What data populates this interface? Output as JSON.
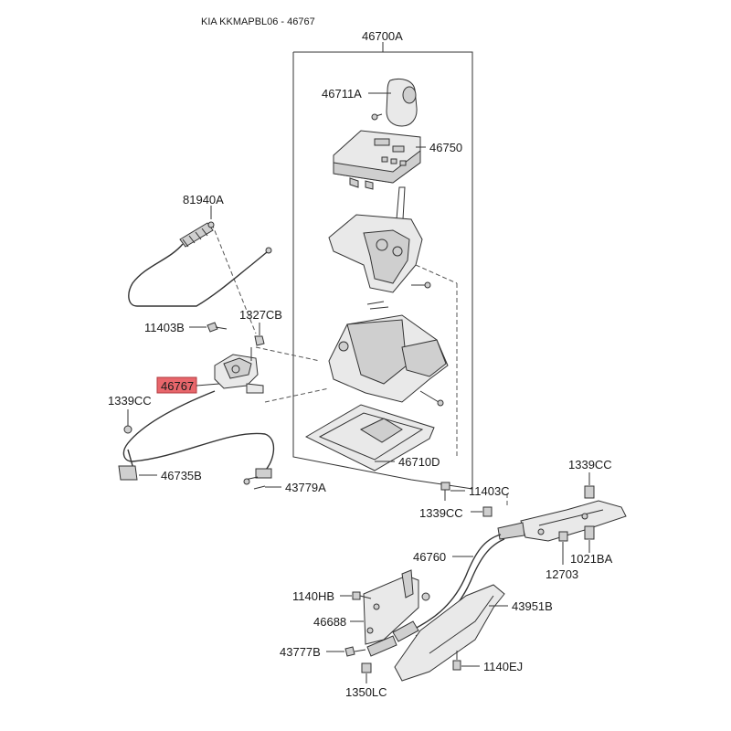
{
  "header": {
    "title": "KIA KKMAPBL06 - 46767"
  },
  "highlight_color": "#e8666b",
  "labels": {
    "p46700A": "46700A",
    "p46711A": "46711A",
    "p46750": "46750",
    "p81940A": "81940A",
    "p11403B": "11403B",
    "p1327CB": "1327CB",
    "p46767": "46767",
    "p1339CC_left": "1339CC",
    "p46735B": "46735B",
    "p43779A": "43779A",
    "p46710D": "46710D",
    "p11403C": "11403C",
    "p1339CC_mid": "1339CC",
    "p1339CC_right": "1339CC",
    "p1021BA": "1021BA",
    "p12703": "12703",
    "p46760": "46760",
    "p1140HB": "1140HB",
    "p43951B": "43951B",
    "p46688": "46688",
    "p43777B": "43777B",
    "p1140EJ": "1140EJ",
    "p1350LC": "1350LC"
  }
}
